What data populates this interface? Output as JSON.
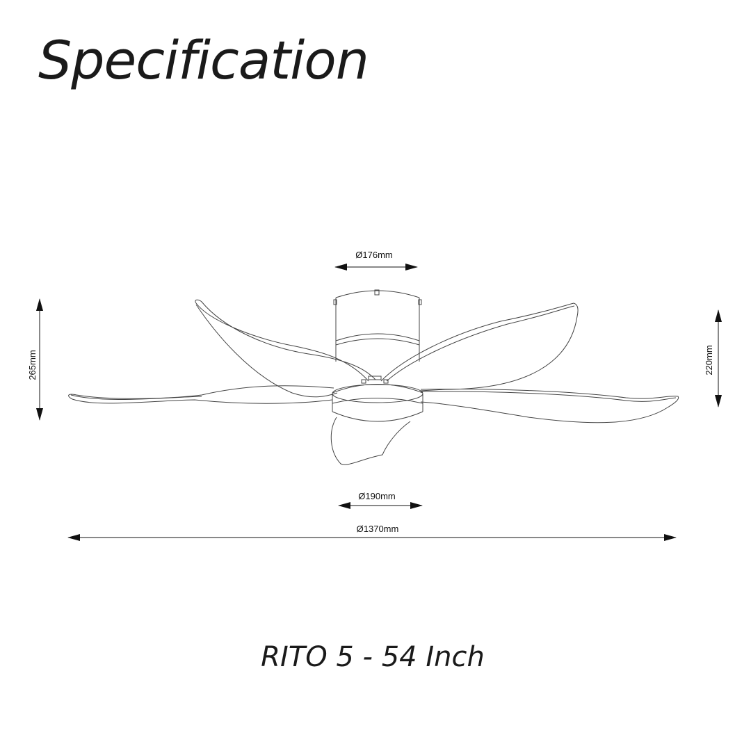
{
  "title": "Specification",
  "model": "RITO 5 - 54 Inch",
  "dimensions": {
    "canopy_diameter": "Ø176mm",
    "motor_diameter": "Ø190mm",
    "sweep_diameter": "Ø1370mm",
    "total_height": "265mm",
    "body_height": "220mm"
  }
}
